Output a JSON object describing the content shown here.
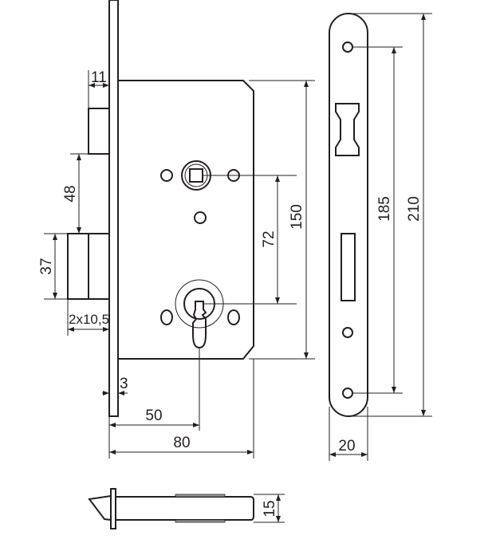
{
  "title": "Mortise lock technical drawing",
  "dimensions": {
    "latch_projection": "11",
    "latch_to_bolt": "48",
    "bolt_height": "37",
    "bolt_projection": "2x10,5",
    "faceplate_thickness": "3",
    "backset": "50",
    "case_depth": "80",
    "spindle_to_cylinder": "72",
    "case_height": "150",
    "screw_spacing": "185",
    "faceplate_length": "210",
    "faceplate_width": "20",
    "case_thickness": "15"
  },
  "colors": {
    "line": "#231f20",
    "strip": "#9b9b9b"
  }
}
